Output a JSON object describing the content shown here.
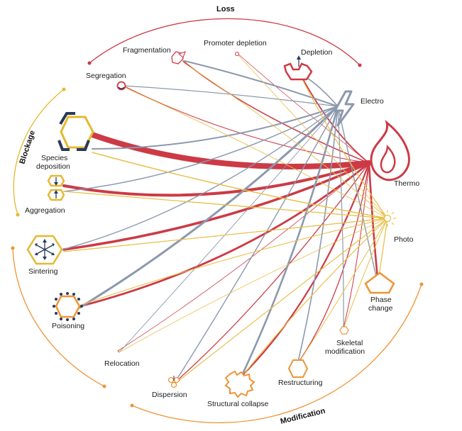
{
  "categories": {
    "loss": "Loss",
    "blockage": "Blockage",
    "modification": "Modification"
  },
  "mechanisms": {
    "fragmentation": "Fragmentation",
    "promoter_depletion": "Promoter depletion",
    "depletion": "Depletion",
    "segregation": "Segregation",
    "species_deposition_1": "Species",
    "species_deposition_2": "deposition",
    "aggregation": "Aggregation",
    "sintering": "Sintering",
    "poisoning": "Poisoning",
    "relocation": "Relocation",
    "dispersion": "Dispersion",
    "structural_collapse": "Structural collapse",
    "restructuring": "Restructuring",
    "skeletal_modification_1": "Skeletal",
    "skeletal_modification_2": "modification",
    "phase_change_1": "Phase",
    "phase_change_2": "change"
  },
  "drivers": {
    "electro": "Electro",
    "thermo": "Thermo",
    "photo": "Photo"
  },
  "colors": {
    "loss": "#cc3a45",
    "blockage": "#e6b830",
    "modification": "#ef9436",
    "electro": "#8b99ae",
    "thermo": "#cc3a45",
    "photo": "#e8c04a",
    "navy": "#2a3a58"
  },
  "icons": {
    "fragmentation": "fragmentation-icon",
    "promoter_depletion": "promoter-depletion-icon",
    "depletion": "depletion-icon",
    "segregation": "segregation-icon",
    "species_deposition": "species-deposition-icon",
    "aggregation": "aggregation-icon",
    "sintering": "sintering-icon",
    "poisoning": "poisoning-icon",
    "relocation": "relocation-icon",
    "dispersion": "dispersion-icon",
    "structural_collapse": "structural-collapse-icon",
    "restructuring": "restructuring-icon",
    "skeletal_modification": "skeletal-modification-icon",
    "phase_change": "phase-change-icon",
    "electro": "lightning-icon",
    "thermo": "flame-icon",
    "photo": "sun-icon"
  }
}
